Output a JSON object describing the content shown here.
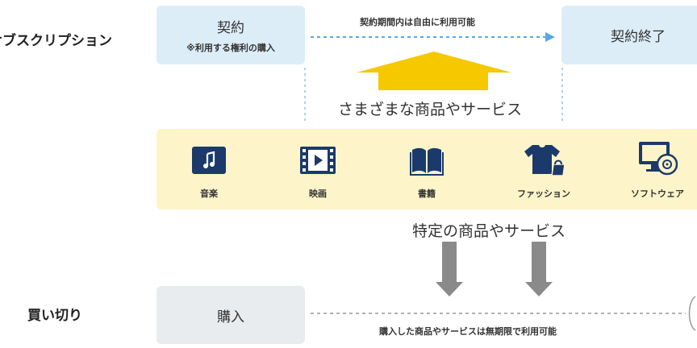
{
  "subscription": {
    "row_label": "サブスクリプション",
    "start_title": "契約",
    "start_note": "※利用する権利の購入",
    "arrow_note": "契約期間内は自由に利用可能",
    "end_title": "契約終了"
  },
  "middle": {
    "heading": "さまざまな商品やサービス",
    "items": [
      {
        "label": "音楽",
        "icon": "music-note-icon"
      },
      {
        "label": "映画",
        "icon": "film-play-icon"
      },
      {
        "label": "書籍",
        "icon": "book-icon"
      },
      {
        "label": "ファッション",
        "icon": "tshirt-bag-icon"
      },
      {
        "label": "ソフトウェア",
        "icon": "monitor-disc-icon"
      }
    ],
    "specific_heading": "特定の商品やサービス"
  },
  "purchase": {
    "row_label": "買い切り",
    "box_title": "購入",
    "arrow_note": "購入した商品やサービスは無期限で利用可能"
  },
  "colors": {
    "navy": "#1b3a6b",
    "light_blue_box": "#dcedf8",
    "grey_box": "#e9ecef",
    "yellow_panel": "#fdf4c9",
    "yellow_arrow": "#f5c800",
    "dotted_blue": "#5aa9e0",
    "grey_arrow": "#8a8a8a"
  }
}
